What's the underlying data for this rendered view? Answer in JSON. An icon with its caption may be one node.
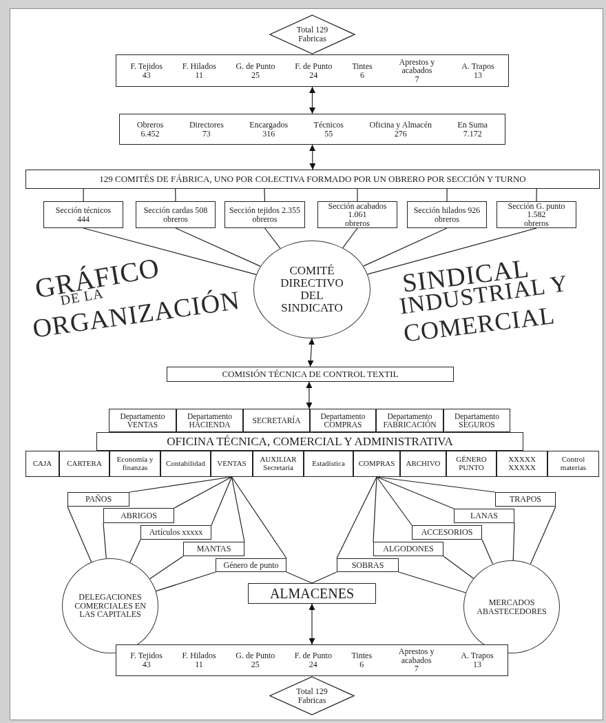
{
  "diagram": {
    "nodes": [
      {
        "text": [
          "Total 129 Fabricas"
        ]
      },
      {
        "text": [
          "F. Tejidos 43",
          "F. Hilados 11",
          "G. de Punto 25",
          "F. de Punto 24",
          "Tintes 6",
          "Aprestos y acabados 7",
          "A. Trapos 13"
        ]
      },
      {
        "text": [
          "Obreros 6.452",
          "Directores 73",
          "Encargados 316",
          "Técnicos 55",
          "Oficina y Almacén 276",
          "En Suma 7.172"
        ]
      },
      {
        "text": [
          "129 COMITÉS DE FÁBRICA, UNO POR COLECTIVA FORMADO POR UN OBRERO POR SECCIÓN Y TURNO"
        ]
      },
      {
        "text": [
          "Sección técnicos 444"
        ]
      },
      {
        "text": [
          "Sección cardas 508 obreros"
        ]
      },
      {
        "text": [
          "Sección tejidos 2.355 obreros"
        ]
      },
      {
        "text": [
          "Sección acabados 1.061 obreros"
        ]
      },
      {
        "text": [
          "Sección hilados 926 obreros"
        ]
      },
      {
        "text": [
          "Sección G. punto 1.582 obreros"
        ]
      },
      {
        "text": [
          "COMITÉ DIRECTIVO DEL SINDICATO"
        ]
      },
      {
        "text": [
          "COMISIÓN TÉCNICA DE CONTROL TEXTIL"
        ]
      },
      {
        "text": [
          "Departamento VENTAS"
        ]
      },
      {
        "text": [
          "Departamento HACIENDA"
        ]
      },
      {
        "text": [
          "SECRETARÍA"
        ]
      },
      {
        "text": [
          "Departamento COMPRAS"
        ]
      },
      {
        "text": [
          "Departamento FABRICACIÓN"
        ]
      },
      {
        "text": [
          "Departamento SEGUROS"
        ]
      },
      {
        "text": [
          "OFICINA TÉCNICA, COMERCIAL Y ADMINISTRATIVA"
        ]
      },
      {
        "text": [
          "CAJA"
        ]
      },
      {
        "text": [
          "CARTERA"
        ]
      },
      {
        "text": [
          "Economía y finanzas"
        ]
      },
      {
        "text": [
          "Contabilidad"
        ]
      },
      {
        "text": [
          "VENTAS"
        ]
      },
      {
        "text": [
          "AUXILIAR Secretaria"
        ]
      },
      {
        "text": [
          "Estadística"
        ]
      },
      {
        "text": [
          "COMPRAS"
        ]
      },
      {
        "text": [
          "ARCHIVO"
        ]
      },
      {
        "text": [
          "GÉNERO PUNTO"
        ]
      },
      {
        "text": [
          "XXXXX XXXXX"
        ]
      },
      {
        "text": [
          "Control materias"
        ]
      },
      {
        "text": [
          "PAÑOS"
        ]
      },
      {
        "text": [
          "ABRIGOS"
        ]
      },
      {
        "text": [
          "Artículos xxxxx"
        ]
      },
      {
        "text": [
          "MANTAS"
        ]
      },
      {
        "text": [
          "Género de punto"
        ]
      },
      {
        "text": [
          "TRAPOS"
        ]
      },
      {
        "text": [
          "LANAS"
        ]
      },
      {
        "text": [
          "ACCESORIOS"
        ]
      },
      {
        "text": [
          "ALGODONES"
        ]
      },
      {
        "text": [
          "SOBRAS"
        ]
      },
      {
        "text": [
          "DELEGACIONES COMERCIALES EN LAS CAPITALES"
        ]
      },
      {
        "text": [
          "ALMACENES"
        ]
      },
      {
        "text": [
          "MERCADOS ABASTECEDORES"
        ]
      },
      {
        "text": [
          "F. Tejidos 43",
          "F. Hilados 11",
          "G. de Punto 25",
          "F. de Punto 24",
          "Tintes 6",
          "Aprestos y acabados 7",
          "A. Trapos 13"
        ]
      },
      {
        "text": [
          "Total 129 Fabricas"
        ]
      }
    ],
    "edges": [
      {
        "from": 1,
        "to": 2,
        "arrow": "both"
      },
      {
        "from": 2,
        "to": 3,
        "arrow": "both"
      },
      {
        "from": 3,
        "to": 4,
        "arrow": "none"
      },
      {
        "from": 3,
        "to": 5,
        "arrow": "none"
      },
      {
        "from": 3,
        "to": 6,
        "arrow": "none"
      },
      {
        "from": 3,
        "to": 7,
        "arrow": "none"
      },
      {
        "from": 3,
        "to": 8,
        "arrow": "none"
      },
      {
        "from": 3,
        "to": 9,
        "arrow": "none"
      },
      {
        "from": 4,
        "to": 10,
        "arrow": "none"
      },
      {
        "from": 5,
        "to": 10,
        "arrow": "none"
      },
      {
        "from": 6,
        "to": 10,
        "arrow": "none"
      },
      {
        "from": 7,
        "to": 10,
        "arrow": "none"
      },
      {
        "from": 8,
        "to": 10,
        "arrow": "none"
      },
      {
        "from": 9,
        "to": 10,
        "arrow": "none"
      },
      {
        "from": 10,
        "to": 11,
        "arrow": "both"
      },
      {
        "from": 11,
        "to": 14,
        "arrow": "both"
      },
      {
        "from": 23,
        "to": 31,
        "arrow": "none"
      },
      {
        "from": 23,
        "to": 32,
        "arrow": "none"
      },
      {
        "from": 23,
        "to": 33,
        "arrow": "none"
      },
      {
        "from": 23,
        "to": 34,
        "arrow": "none"
      },
      {
        "from": 23,
        "to": 35,
        "arrow": "none"
      },
      {
        "from": 26,
        "to": 40,
        "arrow": "none"
      },
      {
        "from": 26,
        "to": 39,
        "arrow": "none"
      },
      {
        "from": 26,
        "to": 38,
        "arrow": "none"
      },
      {
        "from": 26,
        "to": 37,
        "arrow": "none"
      },
      {
        "from": 26,
        "to": 36,
        "arrow": "none"
      },
      {
        "from": 35,
        "to": 42,
        "arrow": "none"
      },
      {
        "from": 40,
        "to": 42,
        "arrow": "none"
      },
      {
        "from": 31,
        "to": 41,
        "arrow": "none"
      },
      {
        "from": 32,
        "to": 41,
        "arrow": "none"
      },
      {
        "from": 33,
        "to": 41,
        "arrow": "none"
      },
      {
        "from": 34,
        "to": 41,
        "arrow": "none"
      },
      {
        "from": 35,
        "to": 41,
        "arrow": "none"
      },
      {
        "from": 36,
        "to": 43,
        "arrow": "none"
      },
      {
        "from": 37,
        "to": 43,
        "arrow": "none"
      },
      {
        "from": 38,
        "to": 43,
        "arrow": "none"
      },
      {
        "from": 39,
        "to": 43,
        "arrow": "none"
      },
      {
        "from": 40,
        "to": 43,
        "arrow": "none"
      },
      {
        "from": 42,
        "to": 44,
        "arrow": "both"
      }
    ],
    "labels": [
      "GRÁFICO",
      "DE LA",
      "ORGANIZACIÓN",
      "SINDICAL",
      "INDUSTRIAL Y",
      "COMERCIAL"
    ]
  }
}
